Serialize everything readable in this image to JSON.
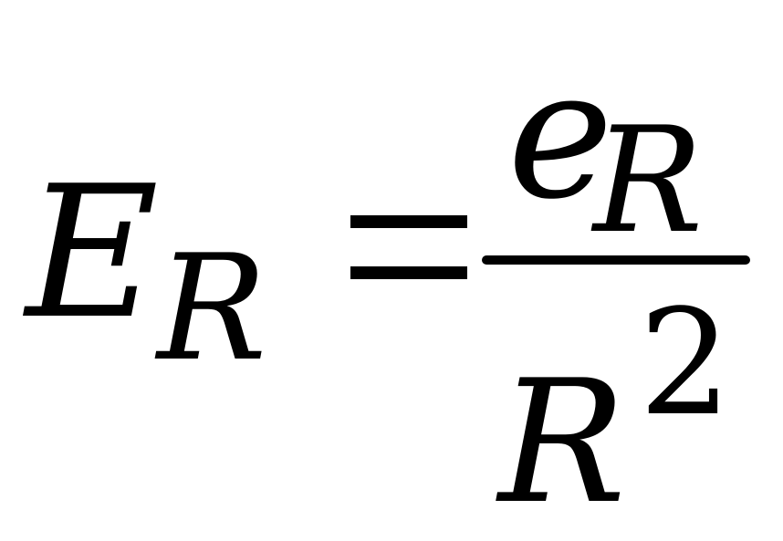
{
  "formula": {
    "lhs": {
      "symbol": "E",
      "subscript": "R"
    },
    "relation": "=",
    "numerator": {
      "symbol": "e",
      "subscript": "R"
    },
    "denominator": {
      "symbol": "R",
      "exponent": "2"
    }
  }
}
